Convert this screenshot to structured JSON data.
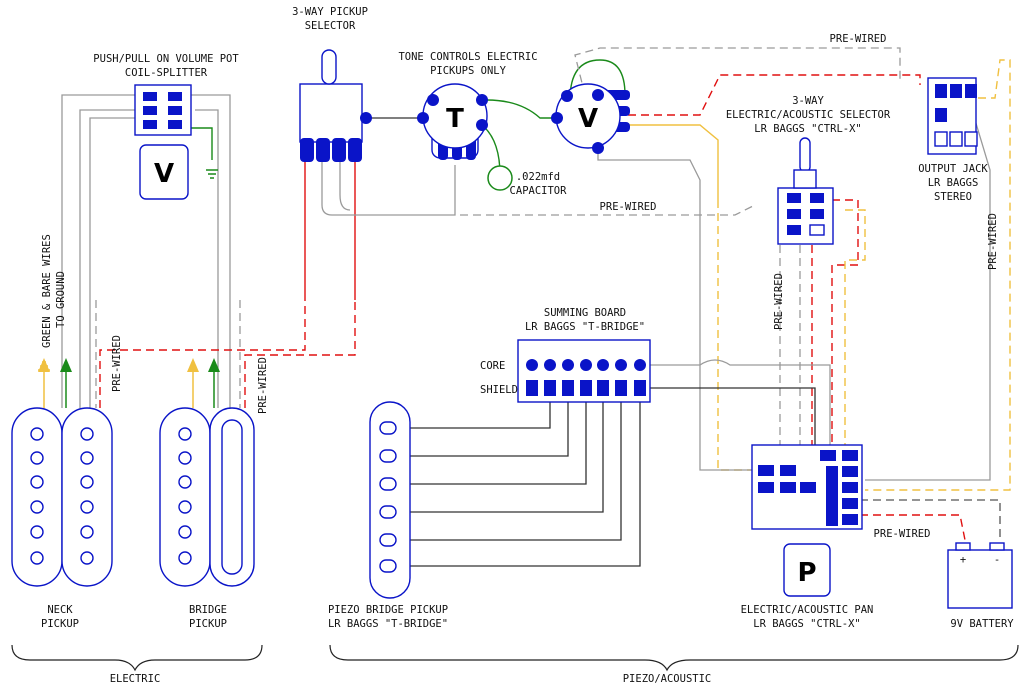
{
  "labels": {
    "push_pull_1": "PUSH/PULL ON VOLUME POT",
    "push_pull_2": "COIL-SPLITTER",
    "selector3_1": "3-WAY PICKUP",
    "selector3_2": "SELECTOR",
    "tone_1": "TONE CONTROLS ELECTRIC",
    "tone_2": "PICKUPS ONLY",
    "capacitor_1": ".022mfd",
    "capacitor_2": "CAPACITOR",
    "ea_sel_1": "3-WAY",
    "ea_sel_2": "ELECTRIC/ACOUSTIC SELECTOR",
    "ea_sel_3": "LR BAGGS \"CTRL-X\"",
    "jack_1": "OUTPUT JACK",
    "jack_2": "LR BAGGS",
    "jack_3": "STEREO",
    "prewired": "PRE-WIRED",
    "ground_1": "GREEN & BARE WIRES",
    "ground_2": "TO GROUND",
    "summing_1": "SUMMING BOARD",
    "summing_2": "LR BAGGS \"T-BRIDGE\"",
    "core": "CORE",
    "shield": "SHIELD",
    "neck_1": "NECK",
    "neck_2": "PICKUP",
    "bridge_1": "BRIDGE",
    "bridge_2": "PICKUP",
    "piezo_1": "PIEZO BRIDGE PICKUP",
    "piezo_2": "LR BAGGS \"T-BRIDGE\"",
    "pan_1": "ELECTRIC/ACOUSTIC PAN",
    "pan_2": "LR BAGGS \"CTRL-X\"",
    "battery": "9V BATTERY",
    "electric": "ELECTRIC",
    "piezo_acoustic": "PIEZO/ACOUSTIC"
  },
  "knobs": {
    "volume_split": "V",
    "tone": "T",
    "volume": "V",
    "pan": "P"
  },
  "battery_terminals": {
    "plus": "+",
    "minus": "-"
  },
  "colors": {
    "component_blue": "#0a14c8",
    "wire_gray": "#9a9a9a",
    "wire_red": "#e01010",
    "wire_yellow": "#f0c040",
    "wire_green": "#1a8a1a"
  }
}
